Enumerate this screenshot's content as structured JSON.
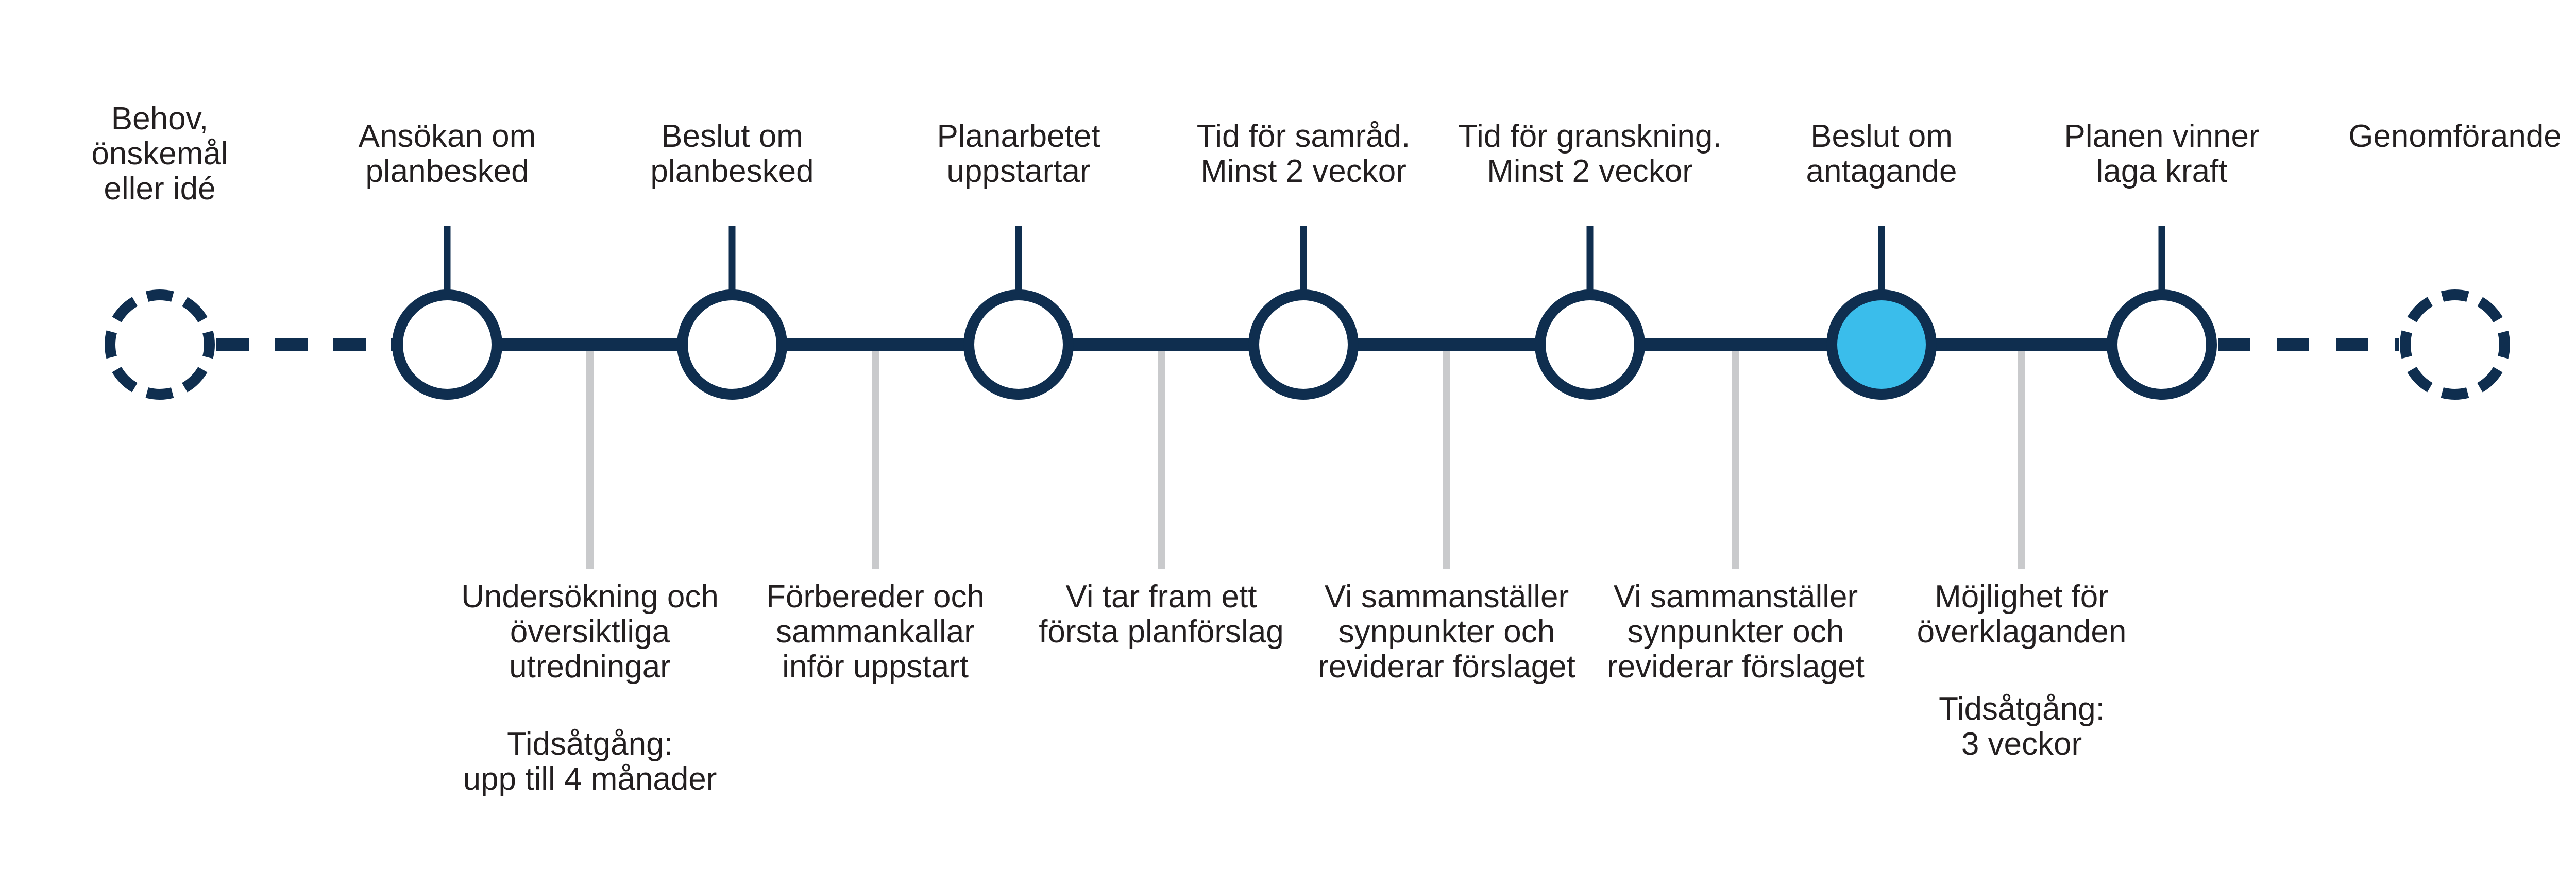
{
  "diagram": {
    "type": "process-timeline",
    "language": "sv",
    "steps": [
      {
        "label": "Behov,\nönskemål\neller idé",
        "marker": "dashed"
      },
      {
        "label": "Ansökan om\nplanbesked",
        "marker": "open"
      },
      {
        "label": "Beslut om\nplanbesked",
        "marker": "open"
      },
      {
        "label": "Planarbetet\nuppstartar",
        "marker": "open"
      },
      {
        "label": "Tid för samråd.\nMinst 2 veckor",
        "marker": "open"
      },
      {
        "label": "Tid för granskning.\nMinst 2 veckor",
        "marker": "open"
      },
      {
        "label": "Beslut om\nantagande",
        "marker": "filled"
      },
      {
        "label": "Planen vinner\nlaga kraft",
        "marker": "open"
      },
      {
        "label": "Genomförande",
        "marker": "dashed"
      }
    ],
    "notes": [
      {
        "text": "Undersökning och\növersiktliga\nutredningar",
        "duration": "Tidsåtgång:\nupp till 4 månader"
      },
      {
        "text": "Förbereder och\nsammankallar\ninför uppstart",
        "duration": ""
      },
      {
        "text": "Vi tar fram ett\nförsta planförslag",
        "duration": ""
      },
      {
        "text": "Vi sammanställer\nsynpunkter och\nreviderar förslaget",
        "duration": ""
      },
      {
        "text": "Vi sammanställer\nsynpunkter och\nreviderar förslaget",
        "duration": ""
      },
      {
        "text": "Möjlighet för\növerklaganden",
        "duration": "Tidsåtgång:\n3 veckor"
      }
    ],
    "colors": {
      "line_navy": "#0F2E4F",
      "highlight_blue": "#3ABDEB",
      "connector_gray": "#C9CACC",
      "text": "#231F20"
    }
  }
}
